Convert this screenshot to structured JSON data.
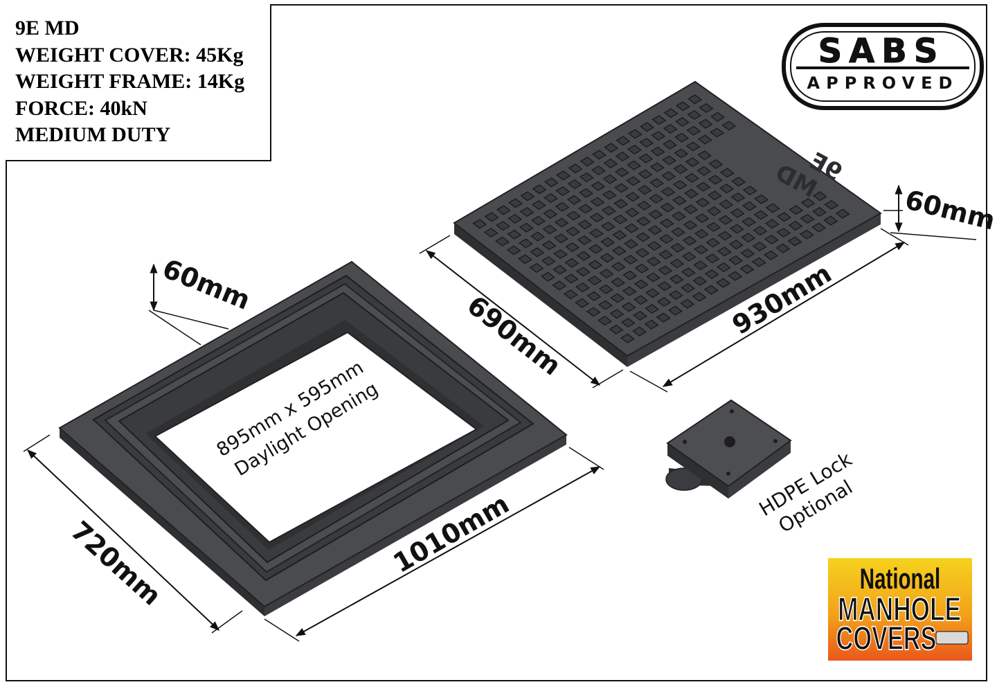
{
  "specs": {
    "model": "9E MD",
    "weight_cover": "WEIGHT COVER: 45Kg",
    "weight_frame": "WEIGHT FRAME: 14Kg",
    "force": "FORCE: 40kN",
    "duty": "MEDIUM DUTY"
  },
  "badge": {
    "top": "SABS",
    "bottom": "APPROVED"
  },
  "frame": {
    "depth_label": "60mm",
    "width_label": "720mm",
    "length_label": "1010mm",
    "opening_line1": "895mm x 595mm",
    "opening_line2": "Daylight Opening"
  },
  "cover": {
    "depth_label": "60mm",
    "width_label": "690mm",
    "length_label": "930mm",
    "embossed_line1": "9E",
    "embossed_line2": "MD"
  },
  "lock": {
    "line1": "HDPE Lock",
    "line2": "Optional"
  },
  "logo": {
    "line1": "National",
    "line2": "MANHOLE",
    "line3": "COVERS"
  },
  "colors": {
    "iron": "#4a4b4e",
    "iron_dark": "#2e2f31",
    "iron_light": "#5c5d60",
    "logo_yellow": "#f3c21b",
    "logo_orange": "#e9611c"
  }
}
